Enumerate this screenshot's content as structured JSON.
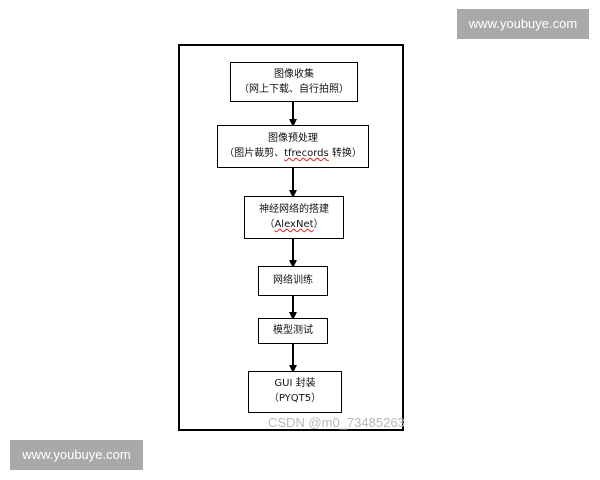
{
  "watermarks": {
    "top_right": "www.youbuye.com",
    "bottom_left": "www.youbuye.com",
    "csdn": "CSDN @m0_73485263"
  },
  "flowchart": {
    "steps": [
      {
        "title": "图像收集",
        "detail": "（网上下载、自行拍照）"
      },
      {
        "title": "图像预处理",
        "detail_prefix": "（图片裁剪、",
        "detail_mark": "tfrecords",
        "detail_suffix": " 转换）"
      },
      {
        "title": "神经网络的搭建",
        "detail_prefix": "（",
        "detail_mark": "AlexNet",
        "detail_suffix": "）"
      },
      {
        "title": "网络训练"
      },
      {
        "title": "模型测试"
      },
      {
        "title": "GUI 封装",
        "detail": "（PYQT5）"
      }
    ]
  },
  "colors": {
    "watermark_bg": "#a9a9a9",
    "line": "#000000",
    "spellcheck_underline": "#d22222"
  }
}
